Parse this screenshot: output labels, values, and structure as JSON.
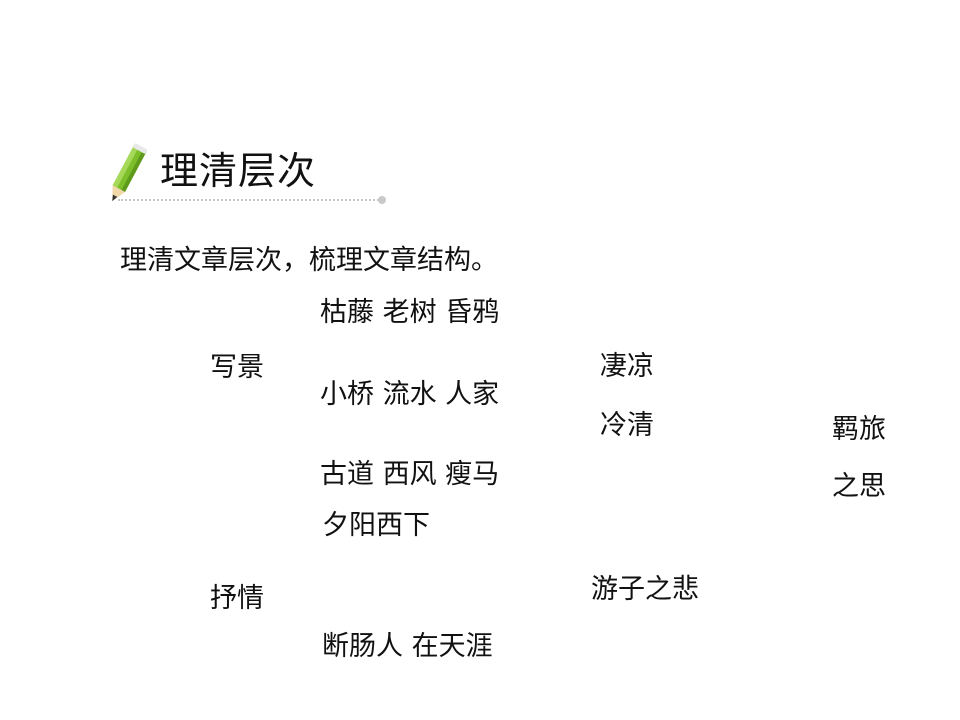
{
  "heading": {
    "title": "理清层次",
    "icon": "pencil-icon",
    "accent_color": "#7dbf2a"
  },
  "subtitle": "理清文章层次，梳理文章结构。",
  "structure": {
    "sections": {
      "scenery": "写景",
      "emotion": "抒情"
    },
    "images": {
      "line1": "枯藤  老树  昏鸦",
      "line2": "小桥  流水  人家",
      "line3": "古道  西风  瘦马",
      "line4": "夕阳西下",
      "line5": "断肠人  在天涯"
    },
    "moods": {
      "mood1": "凄凉",
      "mood2": "冷清",
      "mood3": "游子之悲"
    },
    "theme": {
      "line1": "羁旅",
      "line2": "之思"
    }
  }
}
